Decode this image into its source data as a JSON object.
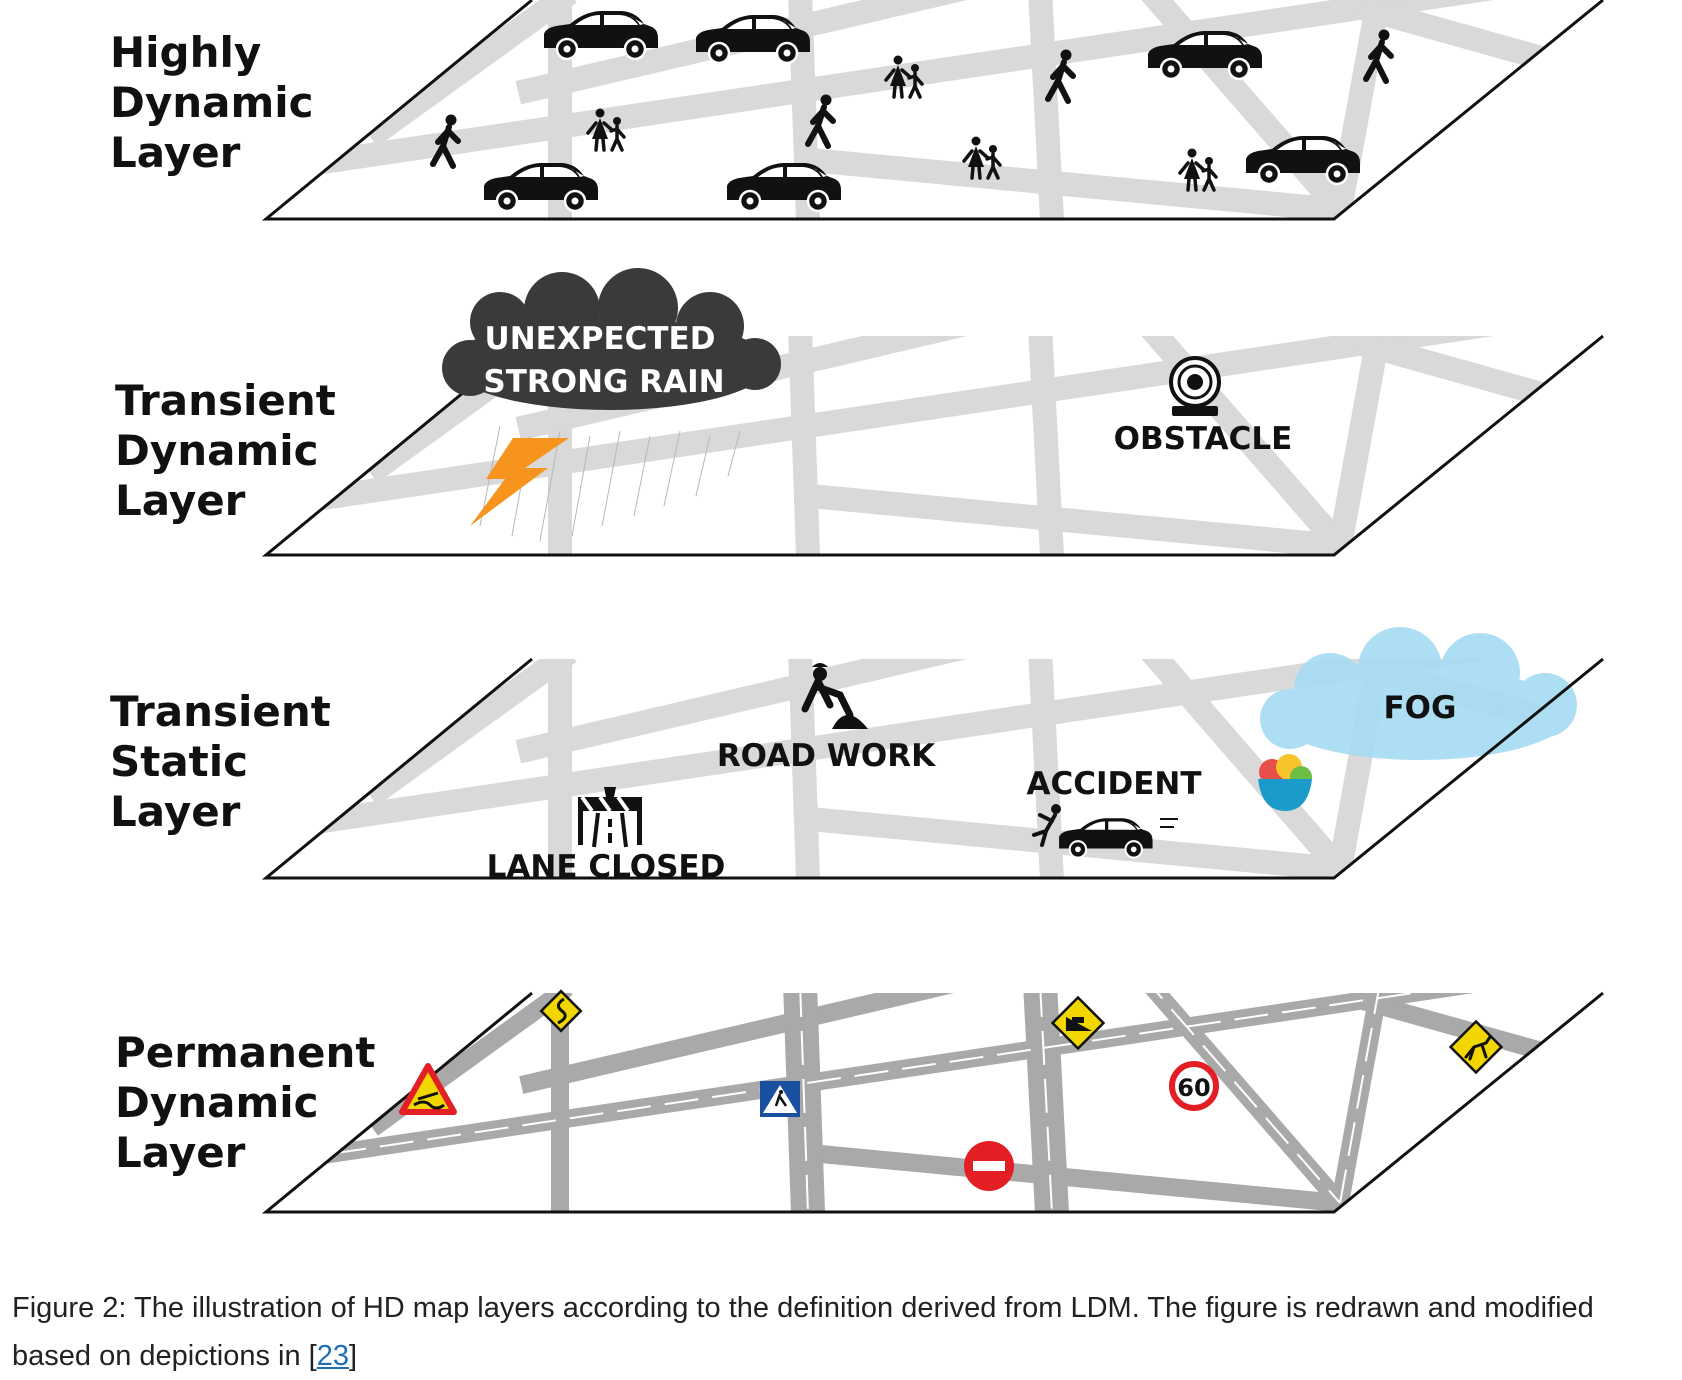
{
  "layers": [
    {
      "label_lines": [
        "Highly",
        "Dynamic",
        "Layer"
      ]
    },
    {
      "label_lines": [
        "Transient",
        "Dynamic",
        "Layer"
      ],
      "annotations": {
        "rain_line1": "UNEXPECTED",
        "rain_line2": "STRONG RAIN",
        "obstacle": "OBSTACLE"
      }
    },
    {
      "label_lines": [
        "Transient",
        "Static",
        "Layer"
      ],
      "annotations": {
        "road_work": "ROAD WORK",
        "accident": "ACCIDENT",
        "lane_closed": "LANE CLOSED",
        "fog": "FOG"
      }
    },
    {
      "label_lines": [
        "Permanent",
        "Dynamic",
        "Layer"
      ],
      "annotations": {
        "speed_limit": "60"
      }
    }
  ],
  "caption": {
    "text": "Figure 2: The illustration of HD map layers according to the definition derived from LDM. The figure is redrawn and modified based on depictions in [",
    "ref": "23",
    "end": "]"
  },
  "colors": {
    "road_light": "#d9d9d9",
    "road_dark": "#a9a9a9",
    "outline": "#111111",
    "cloud": "#3a3a3a",
    "fog": "#a8dcf2",
    "lightning": "#f7941d",
    "sign_yellow": "#f2d600",
    "sign_red": "#e31e24",
    "sign_blue": "#1b4fa0"
  },
  "icons": [
    "car-icon",
    "pedestrian-icon",
    "pedestrians-pair-icon",
    "storm-cloud-icon",
    "lightning-icon",
    "tire-obstacle-icon",
    "road-worker-icon",
    "accident-icon",
    "lane-closed-icon",
    "fog-cloud-icon",
    "debris-bowl-icon",
    "curve-sign-icon",
    "slippery-road-sign-icon",
    "crosswalk-sign-icon",
    "no-entry-sign-icon",
    "speed-limit-sign-icon",
    "steep-grade-sign-icon",
    "deer-crossing-sign-icon"
  ]
}
